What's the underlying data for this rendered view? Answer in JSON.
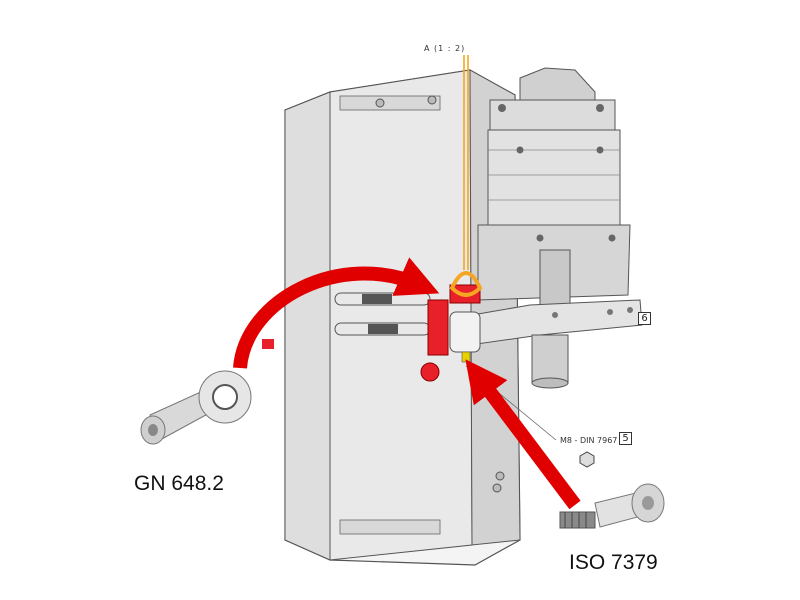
{
  "labels": {
    "view_label": "A (1 : 2)",
    "standard_label": "M8 - DIN 7967",
    "part_6": "6",
    "part_5": "5",
    "caption_left": "GN 648.2",
    "caption_right": "ISO 7379"
  },
  "colors": {
    "arrow_red": "#e00000",
    "highlight_red": "#e8202a",
    "cable_orange": "#f5a623",
    "line_gray": "#555555",
    "plate_fill": "#ececec",
    "housing_fill": "#dcdcdc"
  }
}
